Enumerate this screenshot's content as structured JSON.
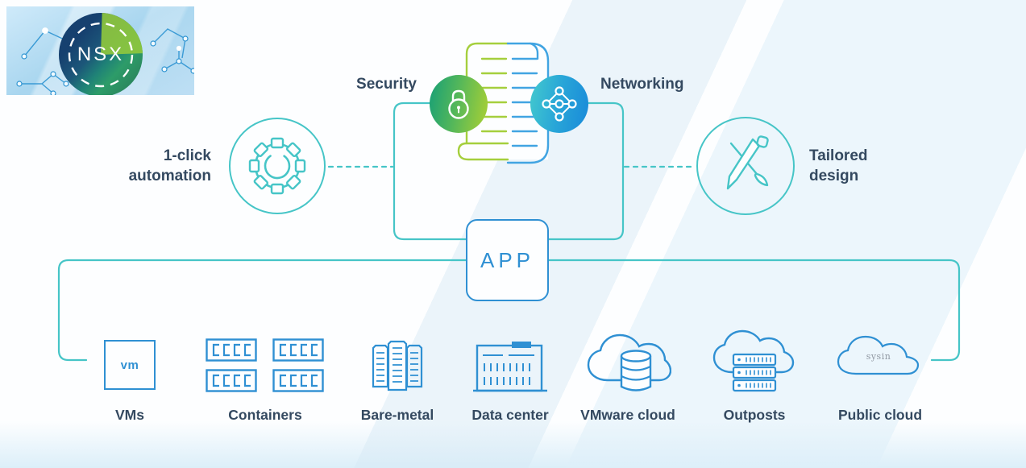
{
  "logo": {
    "text": "NSX"
  },
  "callouts": {
    "security": "Security",
    "networking": "Networking",
    "automation": "1-click\nautomation",
    "design": "Tailored\ndesign"
  },
  "app": {
    "label": "APP"
  },
  "infrastructure": {
    "items": [
      {
        "label": "VMs",
        "icon": "vm-icon",
        "icon_text": "vm"
      },
      {
        "label": "Containers",
        "icon": "containers-icon"
      },
      {
        "label": "Bare-metal",
        "icon": "bare-metal-icon"
      },
      {
        "label": "Data center",
        "icon": "data-center-icon"
      },
      {
        "label": "VMware cloud",
        "icon": "vmware-cloud-icon"
      },
      {
        "label": "Outposts",
        "icon": "outposts-icon"
      },
      {
        "label": "Public cloud",
        "icon": "public-cloud-icon",
        "watermark": "sysin"
      }
    ]
  },
  "colors": {
    "teal": "#46c5c7",
    "blue": "#2f90d3",
    "navy": "#344960",
    "scroll_green": "#a5cf3d",
    "scroll_blue": "#41a4e2",
    "badge_green_start": "#1ea273",
    "badge_green_end": "#9ccc3a",
    "badge_blue_start": "#3fc4cf",
    "badge_blue_end": "#1b8ed9"
  }
}
